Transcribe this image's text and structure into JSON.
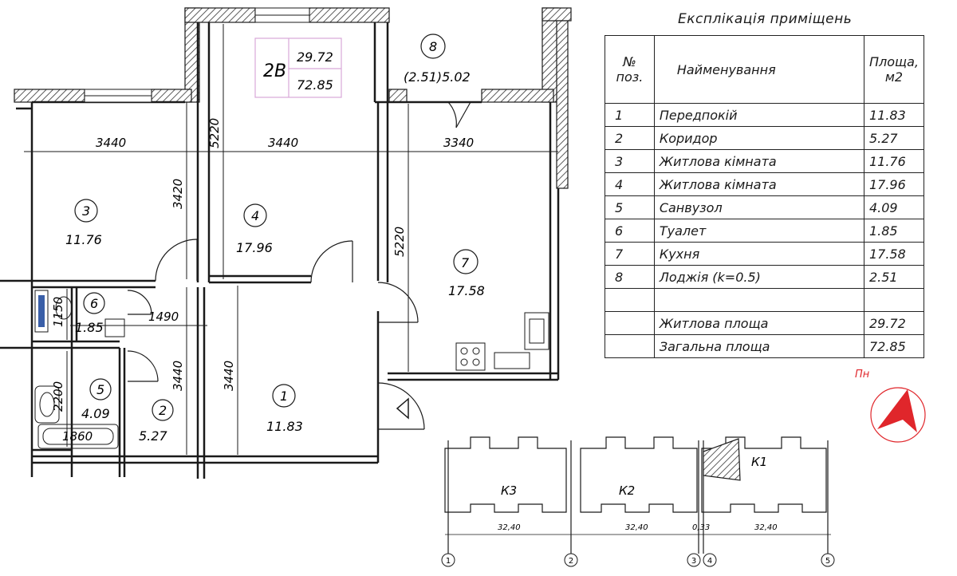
{
  "apartment": {
    "type": "2B",
    "living_area": "29.72",
    "total_area": "72.85"
  },
  "rooms": [
    {
      "no": "1",
      "area": "11.83"
    },
    {
      "no": "2",
      "area": "5.27"
    },
    {
      "no": "3",
      "area": "11.76"
    },
    {
      "no": "4",
      "area": "17.96"
    },
    {
      "no": "5",
      "area": "4.09"
    },
    {
      "no": "6",
      "area": "1.85"
    },
    {
      "no": "7",
      "area": "17.58"
    },
    {
      "no": "8",
      "area": "(2.51)5.02"
    }
  ],
  "dimensions": {
    "d3440a": "3440",
    "d3440b": "3440",
    "d3340": "3340",
    "d5220a": "5220",
    "d5220b": "5220",
    "d3420": "3420",
    "d1490": "1490",
    "d1150": "1150",
    "d3440c": "3440",
    "d3440d": "3440",
    "d2200": "2200",
    "d1860": "1860"
  },
  "table": {
    "title": "Експлікація приміщень",
    "col_no_1": "№",
    "col_no_2": "поз.",
    "col_name": "Найменування",
    "col_area_1": "Площа,",
    "col_area_2": "м2",
    "rows": [
      {
        "no": "1",
        "name": "Передпокій",
        "area": "11.83"
      },
      {
        "no": "2",
        "name": "Коридор",
        "area": "5.27"
      },
      {
        "no": "3",
        "name": "Житлова кімната",
        "area": "11.76"
      },
      {
        "no": "4",
        "name": "Житлова кімната",
        "area": "17.96"
      },
      {
        "no": "5",
        "name": "Санвузол",
        "area": "4.09"
      },
      {
        "no": "6",
        "name": "Туалет",
        "area": "1.85"
      },
      {
        "no": "7",
        "name": "Кухня",
        "area": "17.58"
      },
      {
        "no": "8",
        "name": "Лоджія (k=0.5)",
        "area": "2.51"
      }
    ],
    "living_label": "Житлова площа",
    "living_value": "29.72",
    "total_label": "Загальна площа",
    "total_value": "72.85"
  },
  "north_label": "Пн",
  "site": {
    "sections": [
      "К3",
      "К2",
      "К1"
    ],
    "dims": [
      "32,40",
      "32,40",
      "0,33",
      "32,40"
    ],
    "axes": [
      "1",
      "2",
      "3",
      "4",
      "5"
    ]
  },
  "colors": {
    "line": "#1a1a1a",
    "wall_hatch": "#333333",
    "north": "#e0262b",
    "tag_border": "#d8a8d8"
  }
}
